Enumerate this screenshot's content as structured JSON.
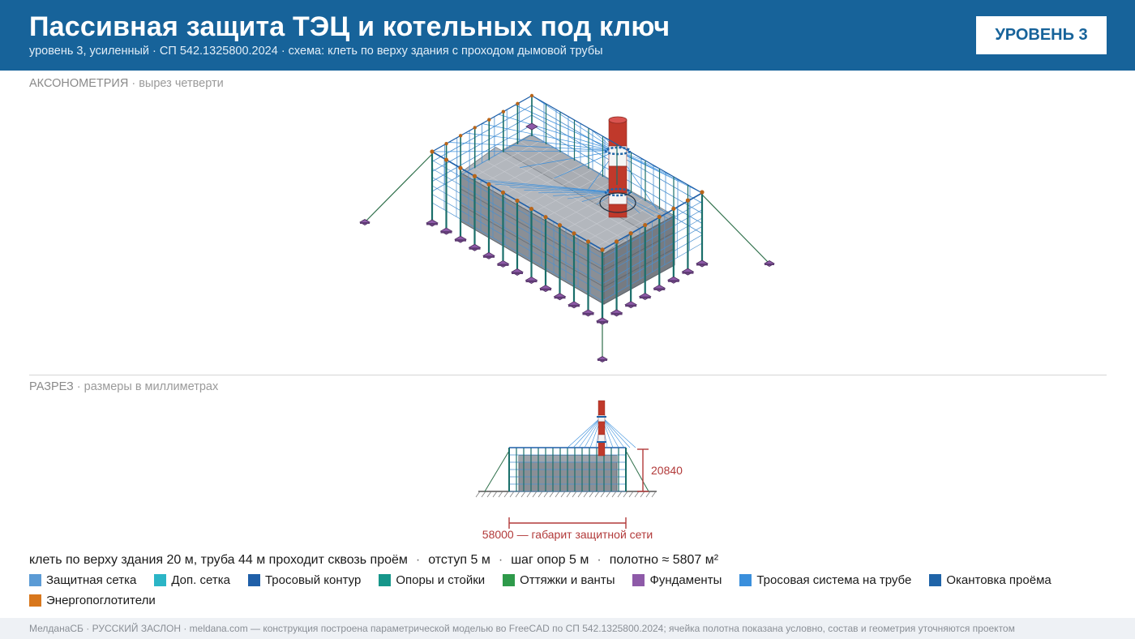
{
  "header": {
    "title": "Пассивная защита ТЭЦ и котельных под ключ",
    "subtitle": "уровень 3, усиленный · СП 542.1325800.2024 · схема: клеть по верху здания с проходом дымовой трубы",
    "level_badge": "УРОВЕНЬ 3"
  },
  "axonometry": {
    "label": "АКСОНОМЕТРИЯ",
    "note": "· вырез четверти"
  },
  "section": {
    "label": "РАЗРЕЗ",
    "note": "· размеры в миллиметрах",
    "height_dim": "20840",
    "width_dim": "58000 — габарит защитной сети"
  },
  "info": {
    "items": [
      "клеть по верху здания 20 м, труба 44 м проходит сквозь проём",
      "отступ 5 м",
      "шаг опор 5 м",
      "полотно ≈ 5807 м²"
    ],
    "separator": "·"
  },
  "legend": [
    {
      "label": "Защитная сетка",
      "color": "#5b9bd5"
    },
    {
      "label": "Доп. сетка",
      "color": "#2bb5c6"
    },
    {
      "label": "Тросовый контур",
      "color": "#1f5fa8"
    },
    {
      "label": "Опоры и стойки",
      "color": "#16968a"
    },
    {
      "label": "Оттяжки и ванты",
      "color": "#2e9a4a"
    },
    {
      "label": "Фундаменты",
      "color": "#8e5aa8"
    },
    {
      "label": "Тросовая система на трубе",
      "color": "#3a8fdc"
    },
    {
      "label": "Окантовка проёма",
      "color": "#1f64a8"
    },
    {
      "label": "Энергопоглотители",
      "color": "#d8771c"
    }
  ],
  "footer": {
    "text": "МелданаСБ · РУССКИЙ ЗАСЛОН · meldana.com — конструкция построена параметрической моделью во FreeCAD по СП 542.1325800.2024; ячейка полотна показана условно, состав и геометрия уточняются проектом"
  }
}
